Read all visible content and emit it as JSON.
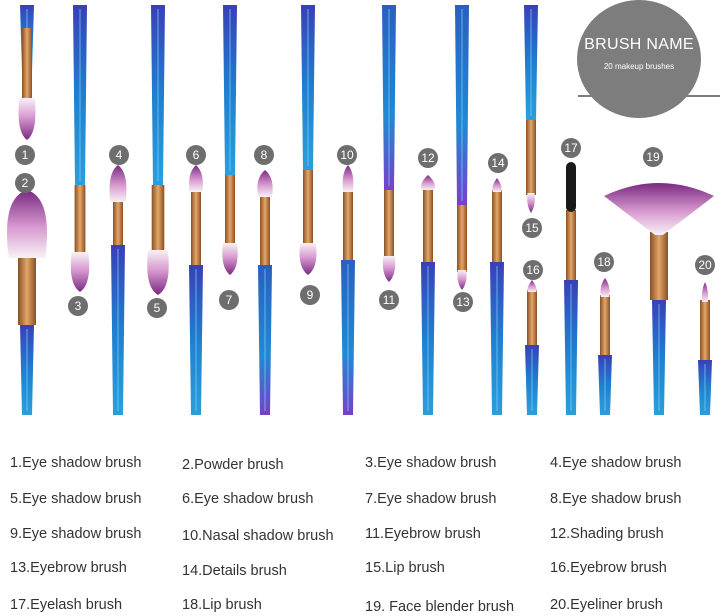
{
  "header": {
    "title": "BRUSH NAME",
    "subtitle": "20 makeup brushes"
  },
  "colors": {
    "handle_blue": "#1e86c8",
    "handle_purple": "#6a3fc0",
    "ferrule_copper": "#c07a3a",
    "bristle_purple": "#8b2b7a",
    "bristle_white": "#f4eef2",
    "badge_gray": "#6e6e6e"
  },
  "badges": [
    "1",
    "2",
    "3",
    "4",
    "5",
    "6",
    "7",
    "8",
    "9",
    "10",
    "11",
    "12",
    "13",
    "14",
    "15",
    "16",
    "17",
    "18",
    "19",
    "20"
  ],
  "brushes": [
    "1.Eye shadow brush",
    "2.Powder brush",
    "3.Eye shadow brush",
    "4.Eye shadow brush",
    "5.Eye shadow brush",
    "6.Eye shadow brush",
    "7.Eye shadow brush",
    "8.Eye shadow brush",
    "9.Eye shadow brush",
    "10.Nasal shadow brush",
    "11.Eyebrow brush",
    "12.Shading brush",
    "13.Eyebrow brush",
    "14.Details brush",
    "15.Lip brush",
    "16.Eyebrow brush",
    "17.Eyelash brush",
    "18.Lip brush",
    "19. Face blender brush",
    "20.Eyeliner brush"
  ]
}
